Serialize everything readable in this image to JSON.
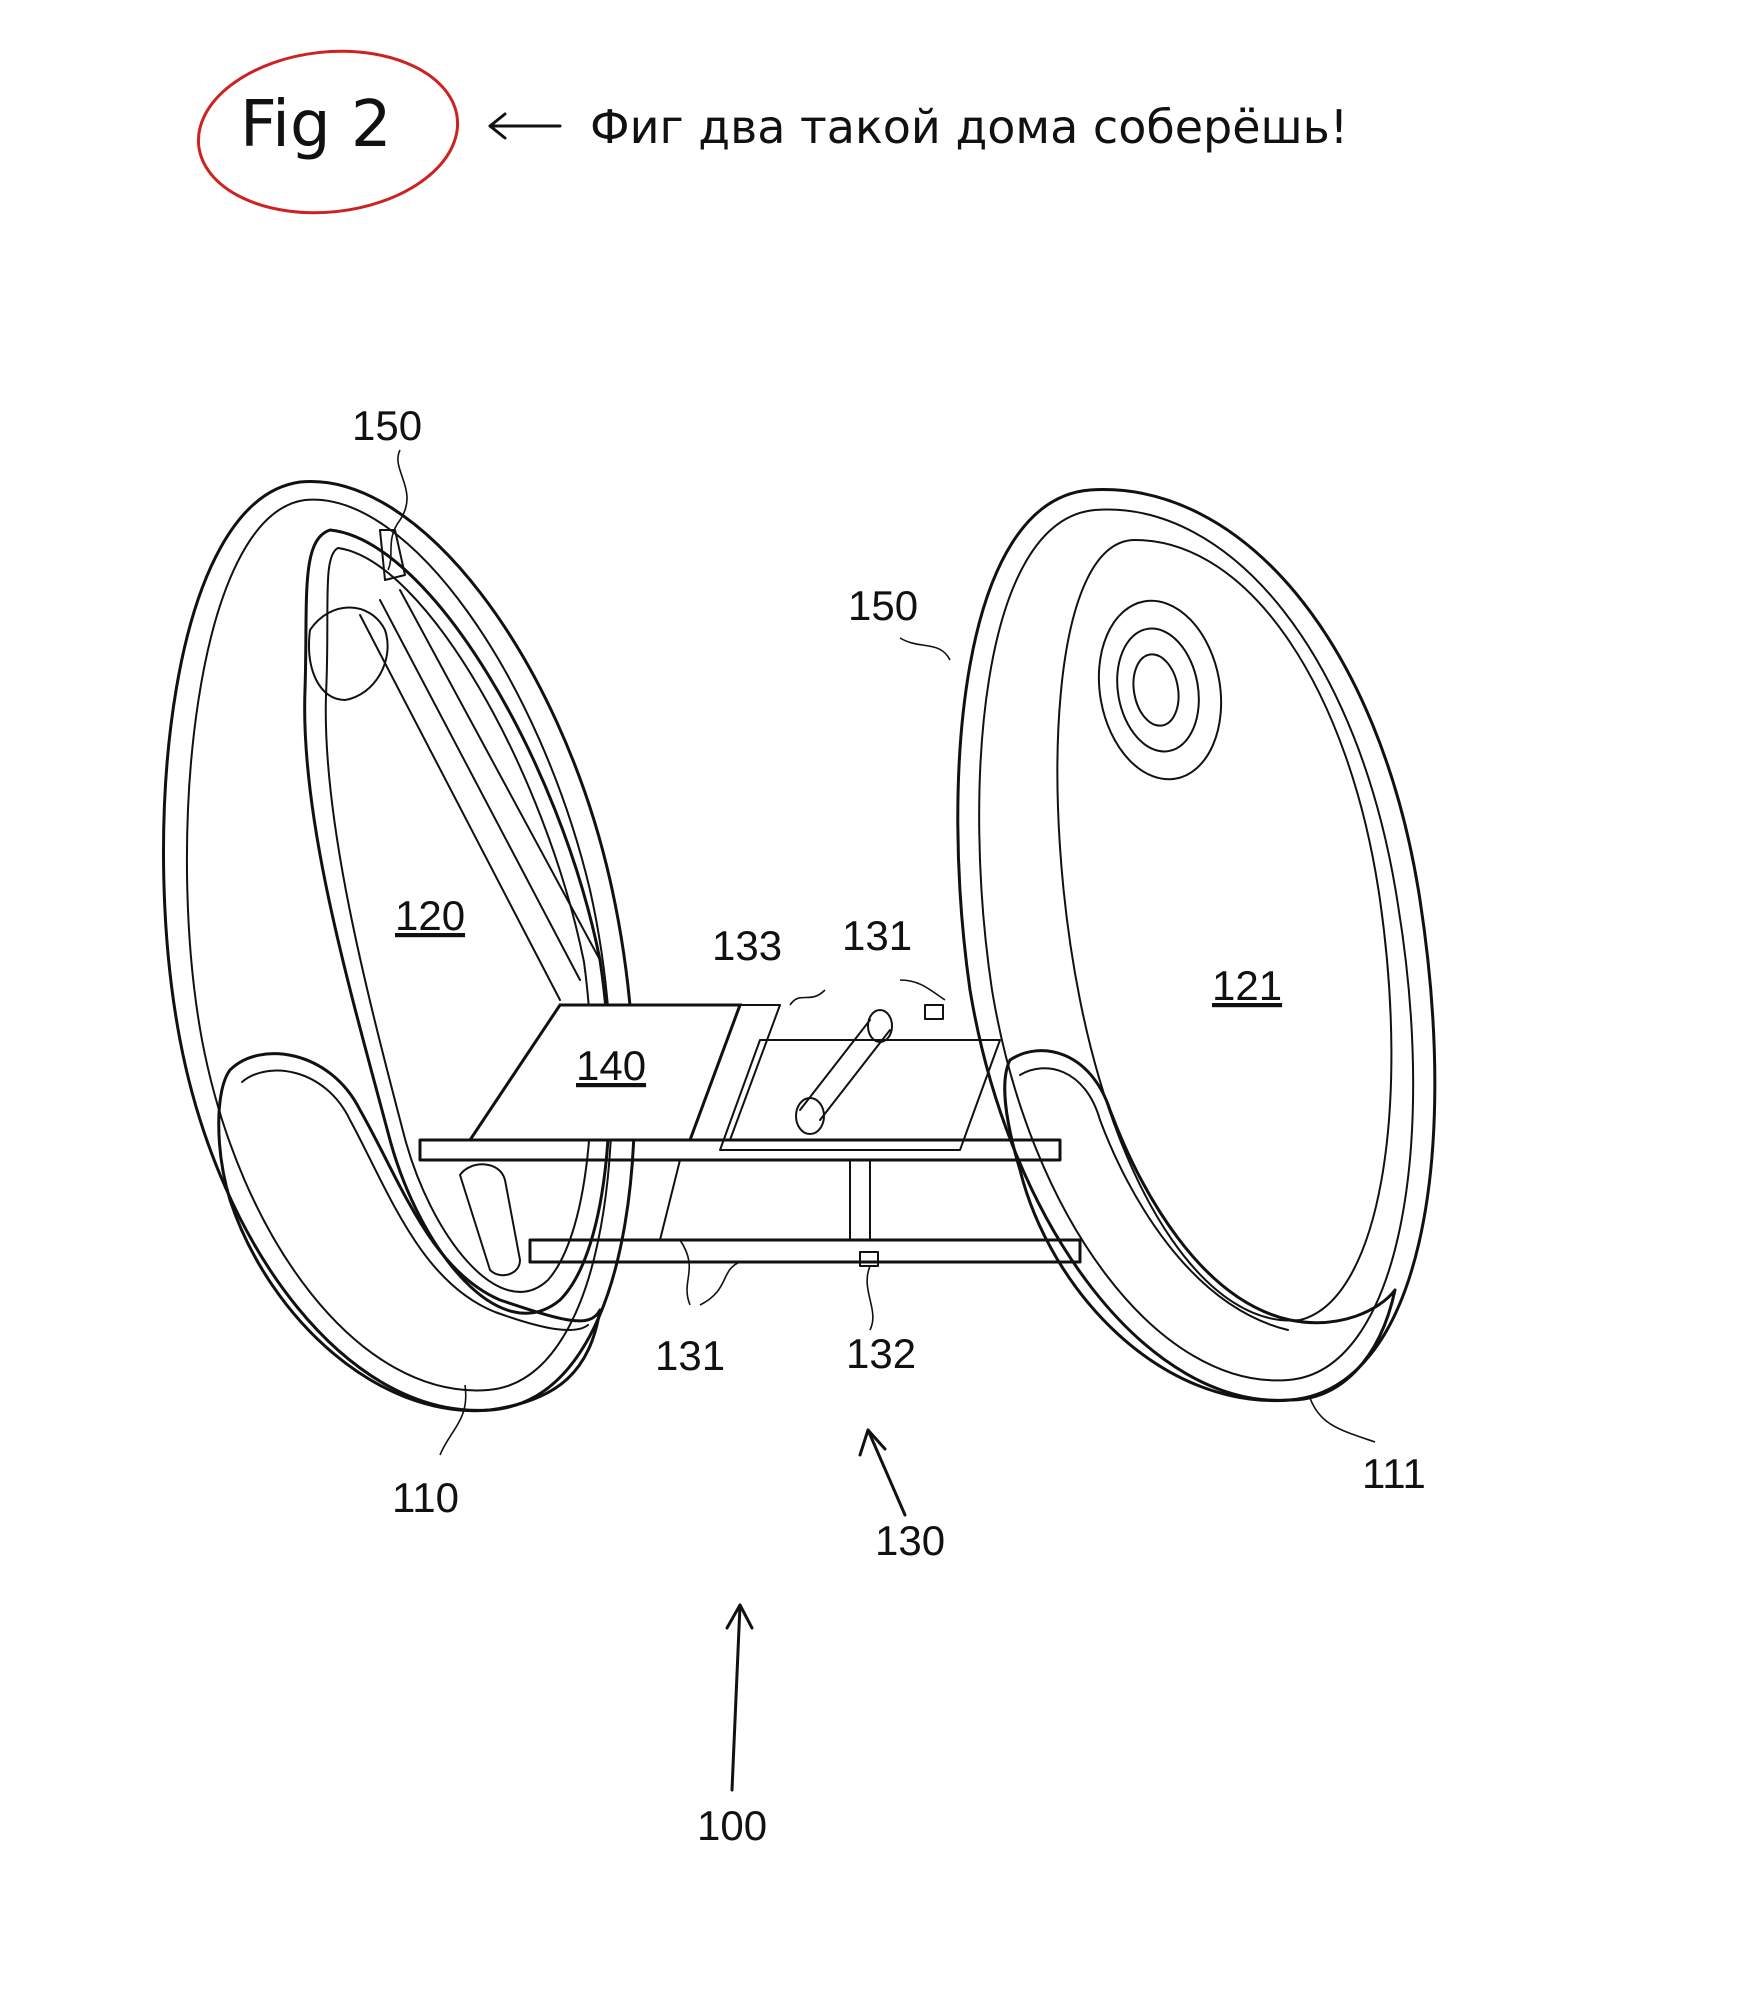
{
  "header": {
    "fig_label": "Fig 2",
    "caption": "Фиг два такой дома соберёшь!",
    "circle_color": "#cc2222"
  },
  "labels": {
    "l150a": "150",
    "l150b": "150",
    "l120": "120",
    "l121": "121",
    "l133": "133",
    "l131a": "131",
    "l131b": "131",
    "l140": "140",
    "l132": "132",
    "l110": "110",
    "l111": "111",
    "l130": "130",
    "l100": "100"
  }
}
